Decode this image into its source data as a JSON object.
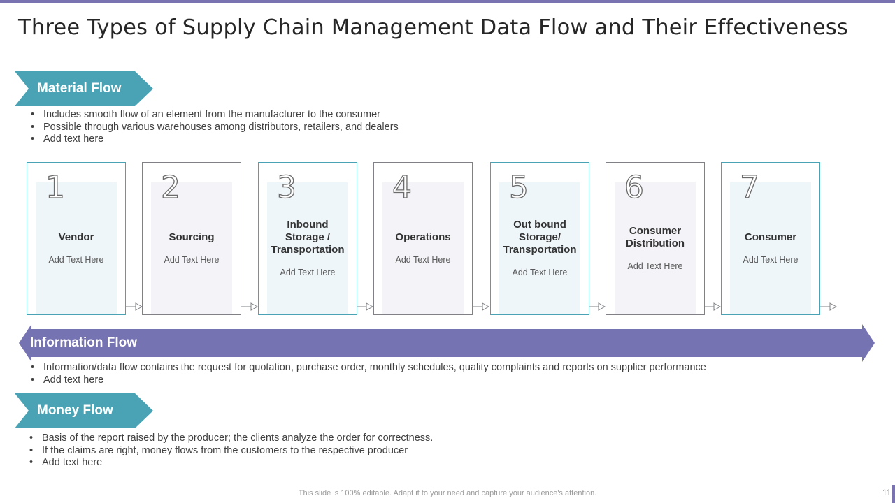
{
  "title": "Three Types of Supply Chain Management Data Flow and Their Effectiveness",
  "colors": {
    "teal": "#4aa3b4",
    "purple": "#7673b2",
    "border_dark": "#7f8186"
  },
  "material_flow": {
    "label": "Material Flow",
    "bullets": [
      "Includes smooth flow of an element from the manufacturer to the consumer",
      "Possible through various warehouses among distributors, retailers, and dealers",
      "Add text here"
    ]
  },
  "steps": [
    {
      "number": "1",
      "name": "Vendor",
      "desc": "Add Text Here"
    },
    {
      "number": "2",
      "name": "Sourcing",
      "desc": "Add Text Here"
    },
    {
      "number": "3",
      "name": "Inbound Storage / Transportation",
      "desc": "Add Text Here"
    },
    {
      "number": "4",
      "name": "Operations",
      "desc": "Add Text Here"
    },
    {
      "number": "5",
      "name": "Out bound Storage/ Transportation",
      "desc": "Add Text Here"
    },
    {
      "number": "6",
      "name": "Consumer Distribution",
      "desc": "Add Text Here"
    },
    {
      "number": "7",
      "name": "Consumer",
      "desc": "Add Text Here"
    }
  ],
  "information_flow": {
    "label": "Information Flow",
    "bullets": [
      "Information/data flow contains the request for quotation, purchase order, monthly schedules, quality complaints and reports on supplier performance",
      "Add text here"
    ]
  },
  "money_flow": {
    "label": "Money Flow",
    "bullets": [
      "Basis of the report raised by the producer; the clients analyze the order for correctness.",
      "If the claims are right, money flows from the customers to the respective producer",
      "Add text here"
    ]
  },
  "footer": "This slide is 100% editable. Adapt it to your need and capture your audience's attention.",
  "page_number": "11"
}
